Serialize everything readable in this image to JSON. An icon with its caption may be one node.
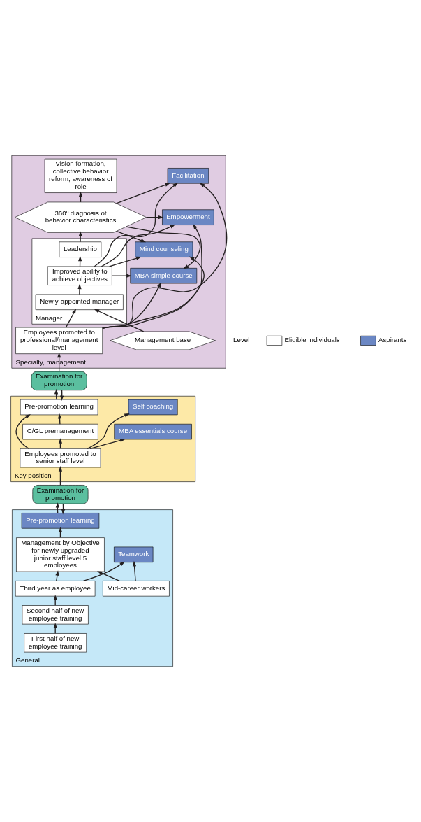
{
  "diagram": {
    "nodes": [
      {
        "text": [
          "Specialty, management"
        ]
      },
      {
        "text": [
          "Vision formation, collective behavior reform, awareness of role"
        ],
        "in": 0
      },
      {
        "text": [
          "360º diagnosis of behavior characteristics"
        ],
        "in": 0
      },
      {
        "text": [
          "Manager"
        ],
        "in": 0
      },
      {
        "text": [
          "Leadership"
        ],
        "in": 3
      },
      {
        "text": [
          "Improved ability to achieve objectives"
        ],
        "in": 3
      },
      {
        "text": [
          "Newly-appointed manager"
        ],
        "in": 3
      },
      {
        "text": [
          "Facilitation"
        ],
        "in": 0
      },
      {
        "text": [
          "Empowerment"
        ],
        "in": 0
      },
      {
        "text": [
          "Mind counseling"
        ],
        "in": 0
      },
      {
        "text": [
          "MBA simple course"
        ],
        "in": 0
      },
      {
        "text": [
          "Management base"
        ],
        "in": 0
      },
      {
        "text": [
          "Employees promoted to professional/management level"
        ],
        "in": 0
      },
      {
        "text": [
          "Examination for promotion"
        ]
      },
      {
        "text": [
          "Key position"
        ]
      },
      {
        "text": [
          "Pre-promotion learning"
        ],
        "in": 14
      },
      {
        "text": [
          "C/GL premanagement"
        ],
        "in": 14
      },
      {
        "text": [
          "Self coaching"
        ],
        "in": 14
      },
      {
        "text": [
          "MBA essentials course"
        ],
        "in": 14
      },
      {
        "text": [
          "Employees promoted to senior staff level"
        ],
        "in": 14
      },
      {
        "text": [
          "Examination for promotion"
        ]
      },
      {
        "text": [
          "General"
        ]
      },
      {
        "text": [
          "Pre-promotion learning"
        ],
        "in": 21
      },
      {
        "text": [
          "Management by Objective for newly upgraded junior staff level 5 employees"
        ],
        "in": 21
      },
      {
        "text": [
          "Teamwork"
        ],
        "in": 21
      },
      {
        "text": [
          "Third year as employee"
        ],
        "in": 21
      },
      {
        "text": [
          "Mid-career workers"
        ],
        "in": 21
      },
      {
        "text": [
          "Second half of new employee training"
        ],
        "in": 21
      },
      {
        "text": [
          "First half of new employee training"
        ],
        "in": 21
      }
    ],
    "edges": [
      {
        "from": 28,
        "to": 27,
        "arrow": "to"
      },
      {
        "from": 27,
        "to": 25,
        "arrow": "to"
      },
      {
        "from": 25,
        "to": 23,
        "arrow": "to"
      },
      {
        "from": 26,
        "to": 23,
        "arrow": "to"
      },
      {
        "from": 25,
        "to": 24,
        "arrow": "to"
      },
      {
        "from": 26,
        "to": 24,
        "arrow": "to"
      },
      {
        "from": 23,
        "to": 22,
        "arrow": "to"
      },
      {
        "from": 22,
        "to": 20,
        "arrow": "to"
      },
      {
        "from": 20,
        "to": 22,
        "arrow": "to"
      },
      {
        "from": 20,
        "to": 19,
        "arrow": "to"
      },
      {
        "from": 19,
        "to": 15,
        "arrow": "to"
      },
      {
        "from": 19,
        "to": 16,
        "arrow": "to"
      },
      {
        "from": 16,
        "to": 15,
        "arrow": "to"
      },
      {
        "from": 19,
        "to": 17,
        "arrow": "to"
      },
      {
        "from": 19,
        "to": 18,
        "arrow": "to"
      },
      {
        "from": 15,
        "to": 13,
        "arrow": "to"
      },
      {
        "from": 13,
        "to": 15,
        "arrow": "to"
      },
      {
        "from": 13,
        "to": 12,
        "arrow": "to"
      },
      {
        "from": 12,
        "to": 6,
        "arrow": "to"
      },
      {
        "from": 11,
        "to": 6,
        "arrow": "to"
      },
      {
        "from": 6,
        "to": 5,
        "arrow": "to"
      },
      {
        "from": 5,
        "to": 4,
        "arrow": "to"
      },
      {
        "from": 4,
        "to": 2,
        "arrow": "to"
      },
      {
        "from": 2,
        "to": 1,
        "arrow": "to"
      },
      {
        "from": 2,
        "to": 7,
        "arrow": "to"
      },
      {
        "from": 2,
        "to": 8,
        "arrow": "to"
      },
      {
        "from": 2,
        "to": 9,
        "arrow": "to"
      },
      {
        "from": 2,
        "to": 10,
        "arrow": "to"
      },
      {
        "from": 5,
        "to": 7,
        "arrow": "to"
      },
      {
        "from": 5,
        "to": 8,
        "arrow": "to"
      },
      {
        "from": 5,
        "to": 9,
        "arrow": "to"
      },
      {
        "from": 5,
        "to": 10,
        "arrow": "to"
      },
      {
        "from": 12,
        "to": 7,
        "arrow": "to"
      },
      {
        "from": 12,
        "to": 8,
        "arrow": "to"
      },
      {
        "from": 12,
        "to": 9,
        "arrow": "to"
      },
      {
        "from": 12,
        "to": 10,
        "arrow": "to"
      }
    ],
    "labels": [
      "Level"
    ],
    "legend": [
      {
        "text": "Eligible individuals",
        "color": "#ffffff"
      },
      {
        "text": "Aspirants",
        "color": "#6b87c4"
      }
    ]
  }
}
